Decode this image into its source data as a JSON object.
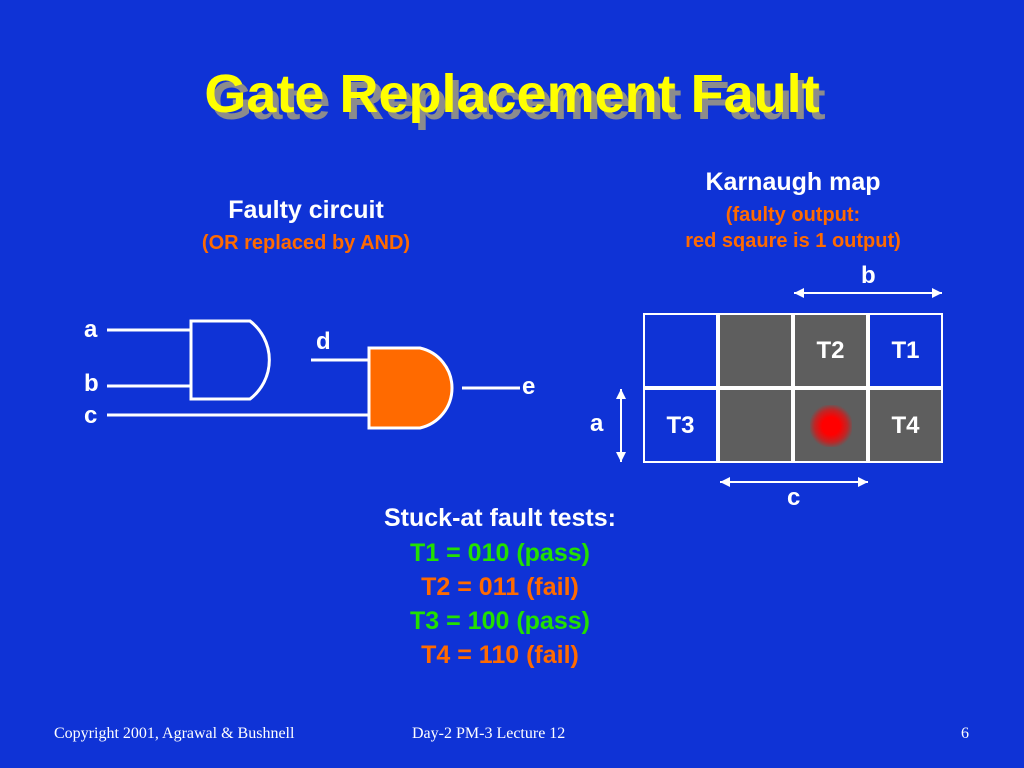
{
  "slide": {
    "title": "Gate Replacement Fault",
    "page_number": "6"
  },
  "circuit": {
    "heading": "Faulty circuit",
    "subheading": "(OR replaced by AND)",
    "labels": {
      "a": "a",
      "b": "b",
      "c": "c",
      "d": "d",
      "e": "e"
    },
    "colors": {
      "faulty_gate": "#ff6a00",
      "wire": "#ffffff"
    }
  },
  "kmap": {
    "heading": "Karnaugh map",
    "note_line1": "(faulty output:",
    "note_line2": "red sqaure is 1 output)",
    "axis_b": "b",
    "axis_a": "a",
    "axis_c": "c",
    "cells": [
      [
        "",
        "",
        "T2",
        "T1"
      ],
      [
        "T3",
        "",
        "",
        "T4"
      ]
    ],
    "shaded_cells": [
      [
        0,
        1
      ],
      [
        0,
        2
      ],
      [
        1,
        1
      ],
      [
        1,
        2
      ],
      [
        1,
        3
      ]
    ],
    "output_one_cells": [
      [
        1,
        2
      ]
    ],
    "colors": {
      "shaded": "#5e5e5e",
      "output_one": "#ff0000"
    }
  },
  "tests": {
    "heading": "Stuck-at fault tests:",
    "items": [
      {
        "text": "T1 = 010 (pass)",
        "color": "#22e000"
      },
      {
        "text": "T2 = 011 (fail)",
        "color": "#ff6a00"
      },
      {
        "text": "T3 = 100 (pass)",
        "color": "#22e000"
      },
      {
        "text": "T4 = 110 (fail)",
        "color": "#ff6a00"
      }
    ]
  },
  "footer": {
    "copyright": "Copyright 2001, Agrawal & Bushnell",
    "lecture": "Day-2  PM-3  Lecture 12"
  }
}
